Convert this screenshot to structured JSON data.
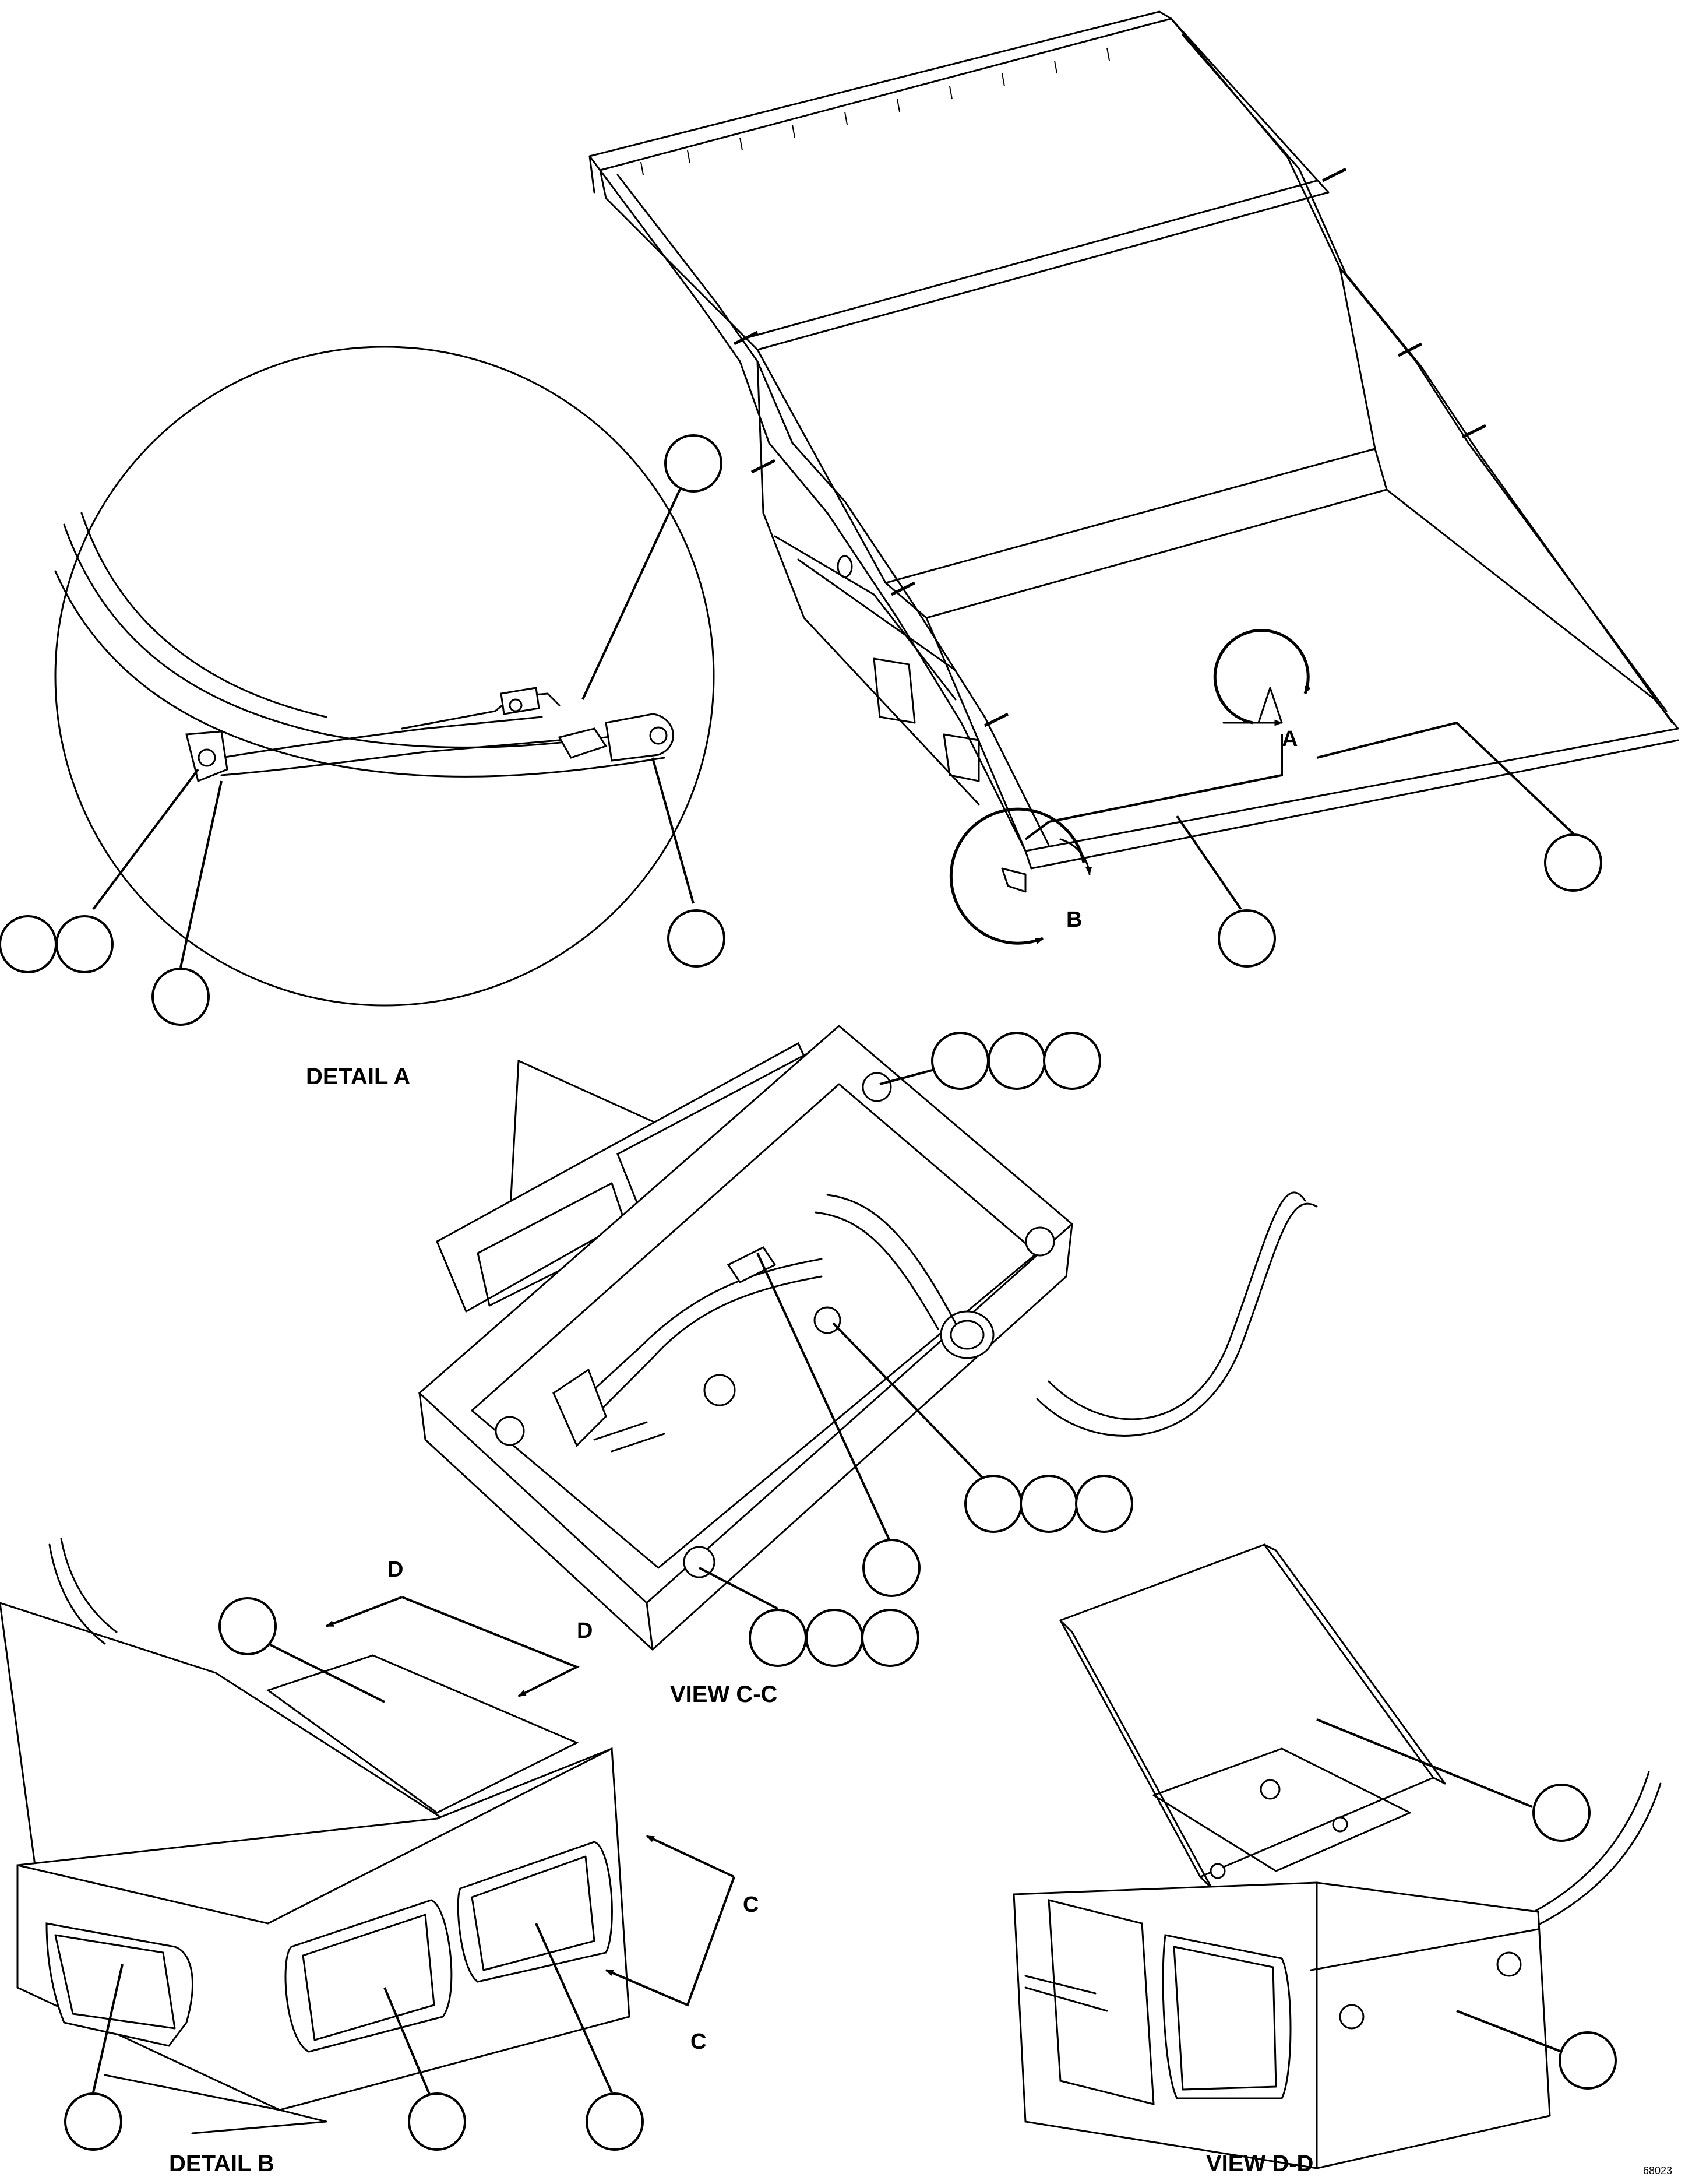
{
  "labels": {
    "detail_a": "DETAIL A",
    "detail_b": "DETAIL B",
    "view_cc": "VIEW C-C",
    "view_dd": "VIEW D-D",
    "section_a": "A",
    "section_b": "B",
    "section_c_top": "C",
    "section_c_bottom": "C",
    "section_d_left": "D",
    "section_d_right": "D",
    "figure_id": "68023"
  }
}
